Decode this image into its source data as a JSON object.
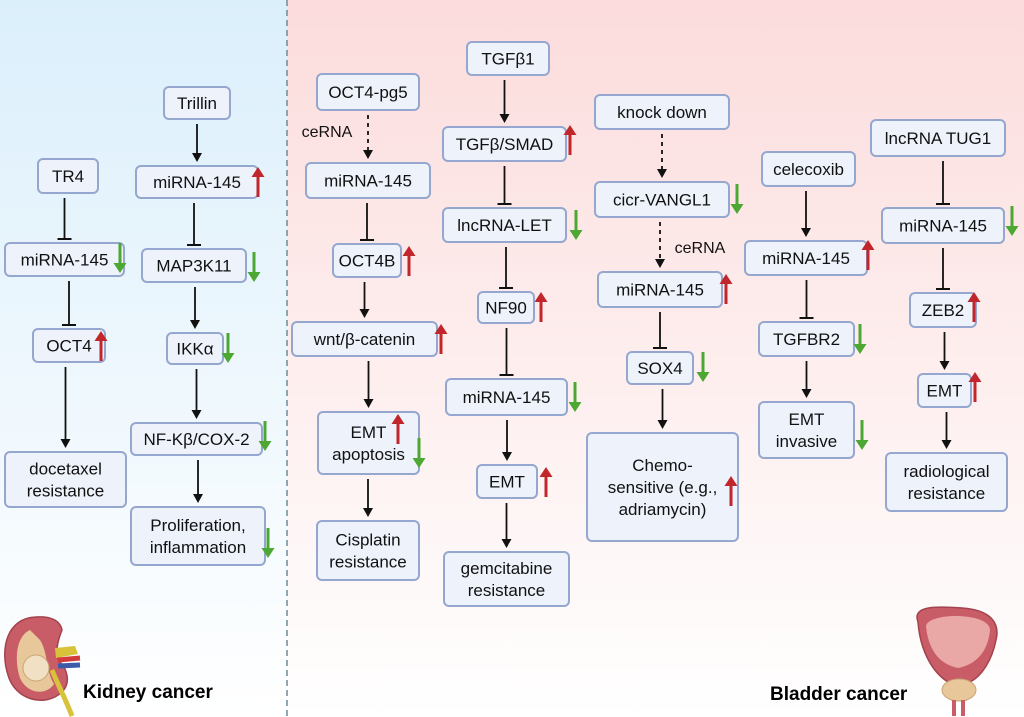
{
  "colors": {
    "up": "#c0262b",
    "down": "#4da833",
    "box_fill": "#edf2fb",
    "box_stroke": "#95a7cf"
  },
  "regions": {
    "kidney": {
      "label": "Kidney cancer",
      "icon": "kidney-icon"
    },
    "bladder": {
      "label": "Bladder cancer",
      "icon": "bladder-icon"
    }
  },
  "nodes": {
    "k1_tr4": [
      "TR4"
    ],
    "k1_mir": [
      "miRNA-145"
    ],
    "k1_oct4": [
      "OCT4"
    ],
    "k1_doc": [
      "docetaxel",
      "resistance"
    ],
    "k2_trillin": [
      "Trillin"
    ],
    "k2_mir": [
      "miRNA-145"
    ],
    "k2_map": [
      "MAP3K11"
    ],
    "k2_ikk": [
      "IKKα"
    ],
    "k2_nfkb": [
      "NF-Kβ/COX-2"
    ],
    "k2_prolif": [
      "Proliferation,",
      "inflammation"
    ],
    "b1_octpg": [
      "OCT4-pg5"
    ],
    "b1_mir": [
      "miRNA-145"
    ],
    "b1_oct4b": [
      "OCT4B"
    ],
    "b1_wnt": [
      "wnt/β-catenin"
    ],
    "b1_emt": [
      "EMT",
      "apoptosis"
    ],
    "b1_cis": [
      "Cisplatin",
      "resistance"
    ],
    "b2_tgf": [
      "TGFβ1"
    ],
    "b2_smad": [
      "TGFβ/SMAD"
    ],
    "b2_let": [
      "lncRNA-LET"
    ],
    "b2_nf90": [
      "NF90"
    ],
    "b2_mir": [
      "miRNA-145"
    ],
    "b2_emt": [
      "EMT"
    ],
    "b2_gem": [
      "gemcitabine",
      "resistance"
    ],
    "b3_kd": [
      "knock down"
    ],
    "b3_cicr": [
      "cicr-VANGL1"
    ],
    "b3_mir": [
      "miRNA-145"
    ],
    "b3_sox": [
      "SOX4"
    ],
    "b3_chemo": [
      "Chemo-",
      "sensitive (e.g.,",
      "adriamycin)"
    ],
    "b4_cele": [
      "celecoxib"
    ],
    "b4_mir": [
      "miRNA-145"
    ],
    "b4_tgfbr": [
      "TGFBR2"
    ],
    "b4_emt": [
      "EMT",
      "invasive"
    ],
    "b5_tug": [
      "lncRNA TUG1"
    ],
    "b5_mir": [
      "miRNA-145"
    ],
    "b5_zeb": [
      "ZEB2"
    ],
    "b5_emt": [
      "EMT"
    ],
    "b5_rad": [
      "radiological",
      "resistance"
    ]
  },
  "edge_labels": {
    "b1_cerna": "ceRNA",
    "b3_cerna": "ceRNA"
  }
}
